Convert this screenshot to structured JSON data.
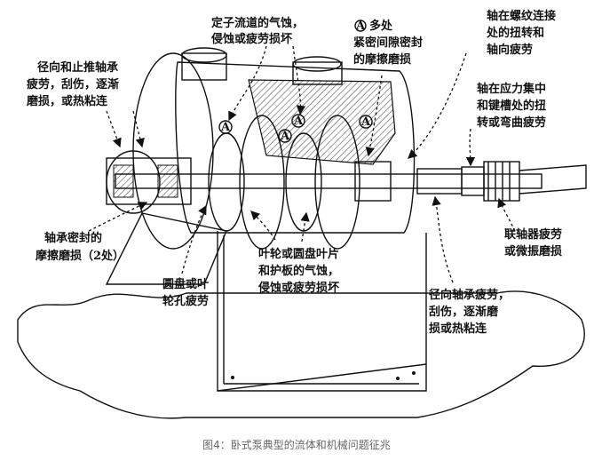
{
  "caption": "图4：卧式泵典型的流体和机械问题征兆",
  "marker_symbol": "A",
  "labels": {
    "stator_cavitation": [
      "定子流道的气蚀，",
      "侵蚀或疲劳损坏"
    ],
    "multi_marker_suffix": "多处",
    "seal_wear": [
      "紧密间隙密封",
      "的摩擦磨损"
    ],
    "shaft_thread": [
      "轴在螺纹连接",
      "处的扭转和",
      "轴向疲劳"
    ],
    "bearing_left": [
      "径向和止推轴承",
      "疲劳，刮伤，逐渐",
      "磨损，或热粘连"
    ],
    "shaft_stress": [
      "轴在应力集中",
      "和键槽处的扭",
      "转或弯曲疲劳"
    ],
    "bearing_seal": [
      "轴承密封的",
      "摩擦磨损（2处）"
    ],
    "coupling": [
      "联轴器疲劳",
      "或微振磨损"
    ],
    "impeller": [
      "叶轮或圆盘叶片",
      "和护板的气蚀，",
      "侵蚀或疲劳损坏"
    ],
    "disc_hole": [
      "圆盘或叶",
      "轮孔疲劳"
    ],
    "bearing_right": [
      "径向轴承疲劳，",
      "刮伤，逐渐磨",
      "损或热粘连"
    ]
  },
  "colors": {
    "ink": "#111111",
    "caption": "#666666",
    "hatch": "#555555"
  }
}
